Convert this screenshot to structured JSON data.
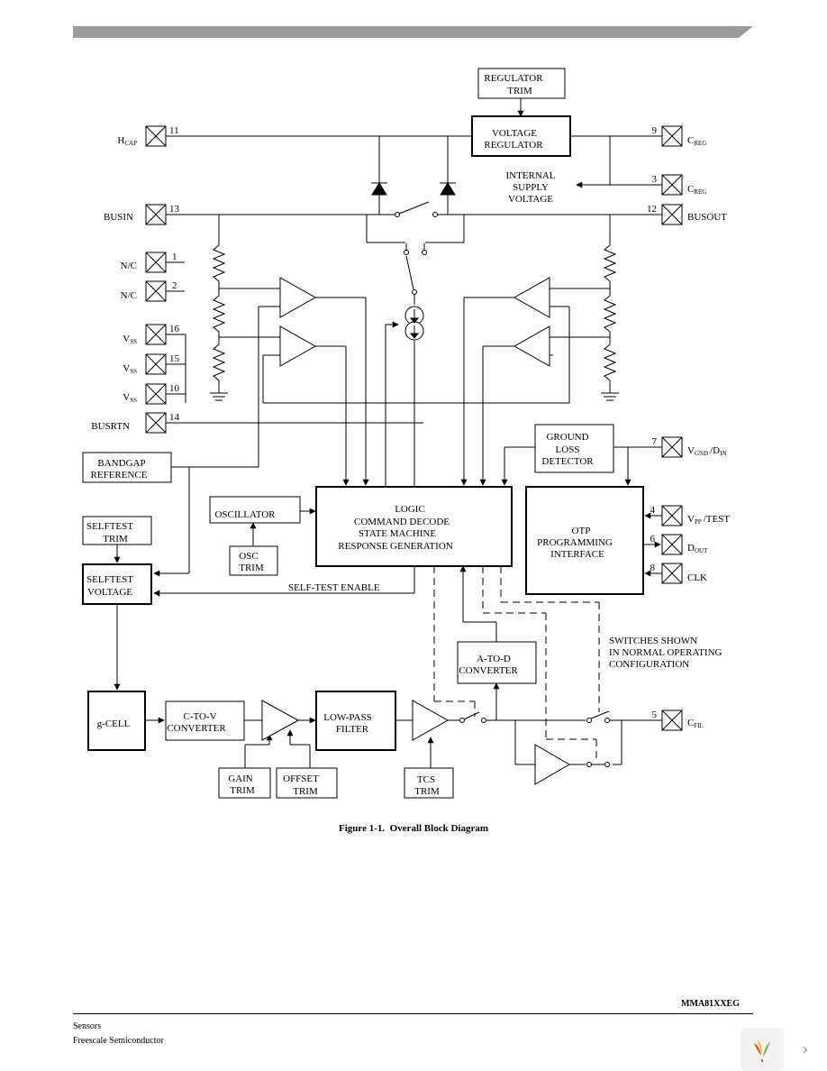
{
  "blocks": {
    "regulator_trim": [
      "REGULATOR",
      "TRIM"
    ],
    "voltage_regulator": [
      "VOLTAGE",
      "REGULATOR"
    ],
    "internal_supply": [
      "INTERNAL",
      "SUPPLY",
      "VOLTAGE"
    ],
    "bandgap": [
      "BANDGAP",
      "REFERENCE"
    ],
    "oscillator": "OSCILLATOR",
    "osc_trim": [
      "OSC",
      "TRIM"
    ],
    "selftest_trim": [
      "SELFTEST",
      "TRIM"
    ],
    "selftest_voltage": [
      "SELFTEST",
      "VOLTAGE"
    ],
    "logic": [
      "LOGIC",
      "COMMAND DECODE",
      "STATE MACHINE",
      "RESPONSE GENERATION"
    ],
    "ground_loss": [
      "GROUND",
      "LOSS",
      "DETECTOR"
    ],
    "otp": [
      "OTP",
      "PROGRAMMING",
      "INTERFACE"
    ],
    "self_test_enable": "SELF-TEST ENABLE",
    "switches_note": [
      "SWITCHES SHOWN",
      "IN NORMAL OPERATING",
      "CONFIGURATION"
    ],
    "a_to_d": [
      "A-TO-D",
      "CONVERTER"
    ],
    "g_cell": "g-CELL",
    "c_to_v": [
      "C-TO-V",
      "CONVERTER"
    ],
    "low_pass": [
      "LOW-PASS",
      "FILTER"
    ],
    "gain_trim": [
      "GAIN",
      "TRIM"
    ],
    "offset_trim": [
      "OFFSET",
      "TRIM"
    ],
    "tcs_trim": [
      "TCS",
      "TRIM"
    ]
  },
  "pins": {
    "hcap": {
      "num": "11",
      "name": "H",
      "sub": "CAP"
    },
    "busin": {
      "num": "13",
      "name": "BUSIN"
    },
    "nc1": {
      "num": "1",
      "name": "N/C"
    },
    "nc2": {
      "num": "2",
      "name": "N/C"
    },
    "vss16": {
      "num": "16",
      "name": "V",
      "sub": "SS"
    },
    "vss15": {
      "num": "15",
      "name": "V",
      "sub": "SS"
    },
    "vss10": {
      "num": "10",
      "name": "V",
      "sub": "SS"
    },
    "busrtn": {
      "num": "14",
      "name": "BUSRTN"
    },
    "creg9": {
      "num": "9",
      "name": "C",
      "sub": "REG"
    },
    "creg3": {
      "num": "3",
      "name": "C",
      "sub": "REG"
    },
    "busout": {
      "num": "12",
      "name": "BUSOUT"
    },
    "vgnd": {
      "num": "7",
      "name": "V",
      "sub": "GND",
      "name2": "/D",
      "sub2": "IN"
    },
    "vpp": {
      "num": "4",
      "name": "V",
      "sub": "PP",
      "name2": "/TEST"
    },
    "dout": {
      "num": "6",
      "name": "D",
      "sub": "OUT"
    },
    "clk": {
      "num": "8",
      "name": "CLK"
    },
    "cfil": {
      "num": "5",
      "name": "C",
      "sub": "FIL"
    }
  },
  "caption": "Figure 1-1.  Overall Block Diagram",
  "footer": {
    "part_number": "MMA81XXEG",
    "line1": "Sensors",
    "line2": "Freescale Semiconductor"
  }
}
